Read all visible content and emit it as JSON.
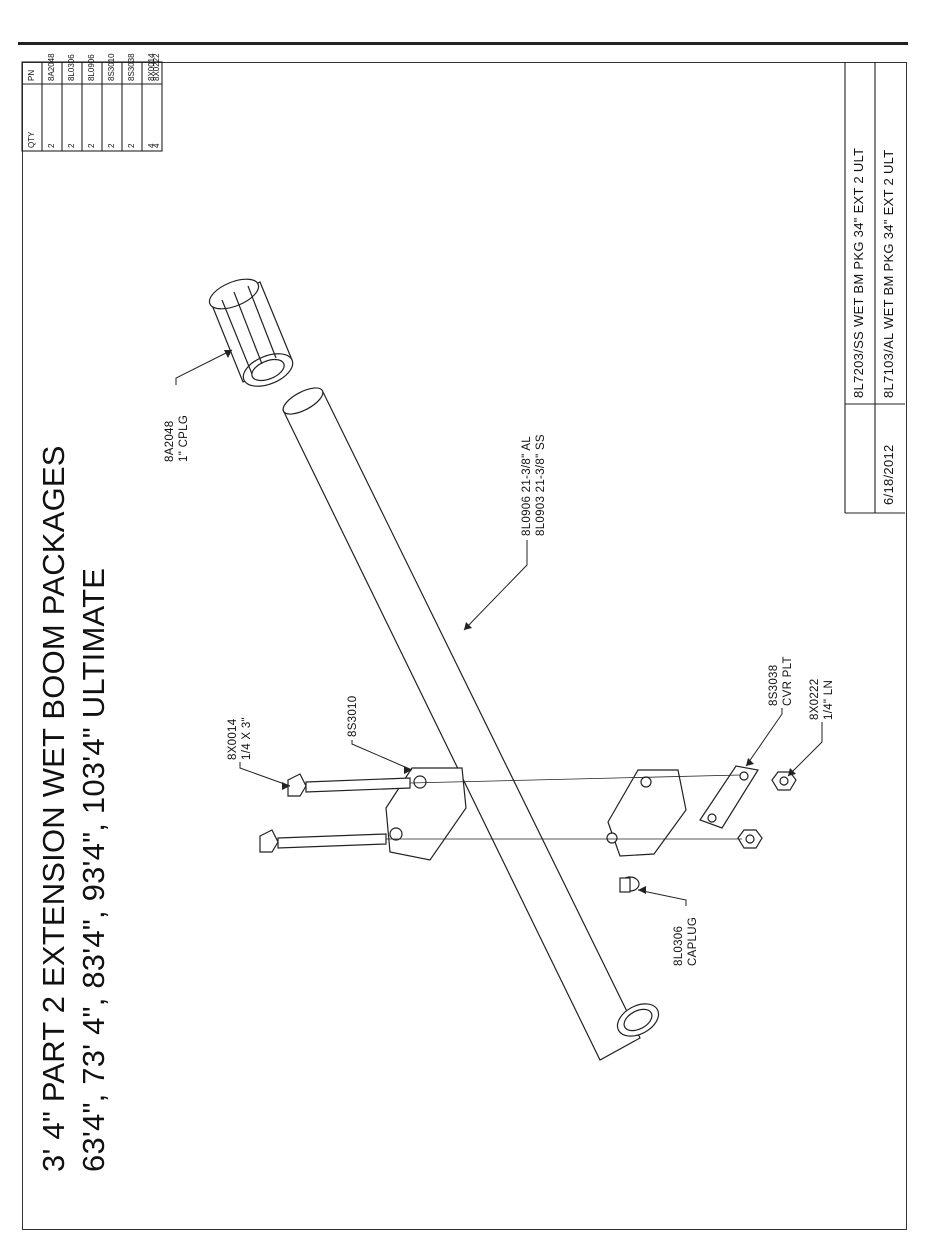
{
  "title": {
    "line1": "3' 4\" PART 2 EXTENSION WET BOOM PACKAGES",
    "line2": "63'4\", 73' 4\", 83'4\", 93'4\", 103'4\" ULTIMATE"
  },
  "bom": {
    "headers": {
      "pn": "PN",
      "qty": "QTY"
    },
    "rows": [
      {
        "pn": "8A2048",
        "qty": "2"
      },
      {
        "pn": "8L0306",
        "qty": "2"
      },
      {
        "pn": "8L0906",
        "qty": "2"
      },
      {
        "pn": "8S3010",
        "qty": "2"
      },
      {
        "pn": "8S3038",
        "qty": "2"
      },
      {
        "pn": "8X0014",
        "qty": "4"
      },
      {
        "pn": "8X0222",
        "qty": "4"
      }
    ]
  },
  "title_block": {
    "package_ss": "8L7203/SS WET BM PKG 34\" EXT 2 ULT",
    "package_al": "8L7103/AL WET BM PKG 34\" EXT 2 ULT",
    "date": "6/18/2012"
  },
  "callouts": {
    "coupling": {
      "pn": "8A2048",
      "desc": "1\" CPLG"
    },
    "tube": {
      "line1": "8L0906 21-3/8\" AL",
      "line2": "8L0903 21-3/8\" SS"
    },
    "bolt": {
      "pn": "8X0014",
      "desc": "1/4 X 3\""
    },
    "clamp": {
      "pn": "8S3010"
    },
    "cover_plate": {
      "pn": "8S3038",
      "desc": "CVR PLT"
    },
    "locknut": {
      "pn": "8X0222",
      "desc": "1/4\" LN"
    },
    "caplug": {
      "pn": "8L0306",
      "desc": "CAPLUG"
    }
  }
}
